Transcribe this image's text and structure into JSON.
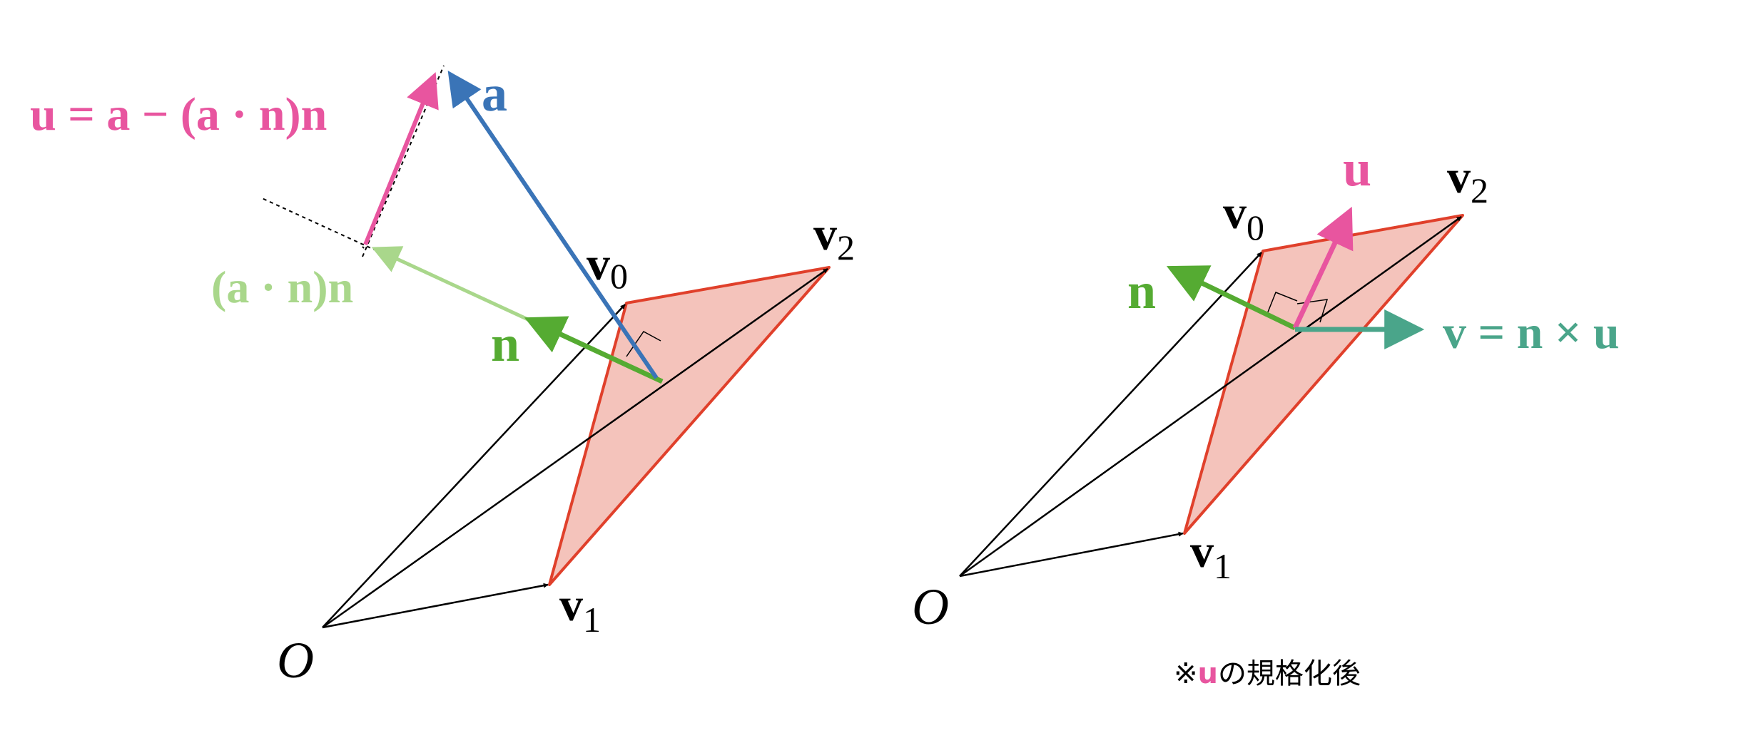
{
  "colors": {
    "pink": "#e8559f",
    "blue": "#3a74b7",
    "green": "#55ab32",
    "lightGreen": "#a9d78b",
    "teal": "#4aa58a",
    "red": "#e0402b",
    "triangleFill": "#f4c3bb",
    "black": "#000000"
  },
  "left": {
    "label_u_eq": "u = a − (a · n)n",
    "label_a": "a",
    "label_an": "(a · n)n",
    "label_n": "n",
    "v0": {
      "base": "v",
      "sub": "0"
    },
    "v1": {
      "base": "v",
      "sub": "1"
    },
    "v2": {
      "base": "v",
      "sub": "2"
    },
    "origin": "O"
  },
  "right": {
    "label_u": "u",
    "label_n": "n",
    "label_v_eq": "v = n × u",
    "v0": {
      "base": "v",
      "sub": "0"
    },
    "v1": {
      "base": "v",
      "sub": "1"
    },
    "v2": {
      "base": "v",
      "sub": "2"
    },
    "origin": "O"
  },
  "note": {
    "mark": "※",
    "u": "u",
    "rest": "の規格化後"
  }
}
